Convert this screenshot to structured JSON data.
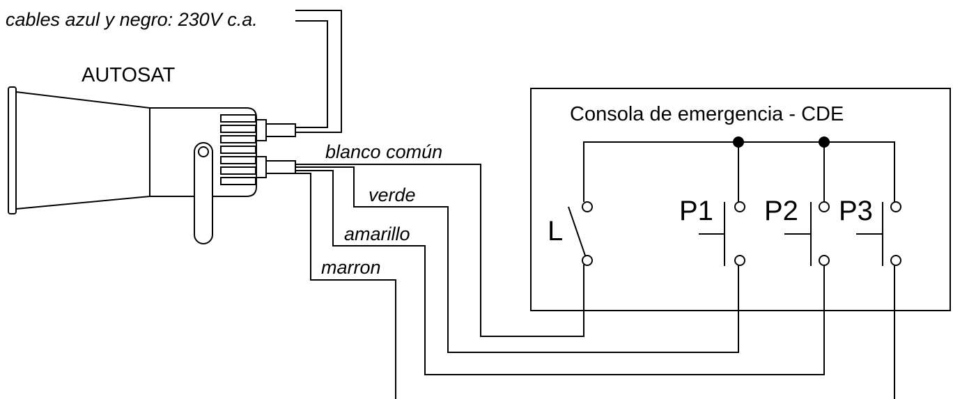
{
  "labels": {
    "power_cables": "cables azul y negro: 230V c.a.",
    "device_name": "AUTOSAT",
    "console_title": "Consola de emergencia - CDE",
    "wire_white": "blanco común",
    "wire_green": "verde",
    "wire_yellow": "amarillo",
    "wire_brown": "marron",
    "switch_l": "L",
    "button_p1": "P1",
    "button_p2": "P2",
    "button_p3": "P3"
  }
}
